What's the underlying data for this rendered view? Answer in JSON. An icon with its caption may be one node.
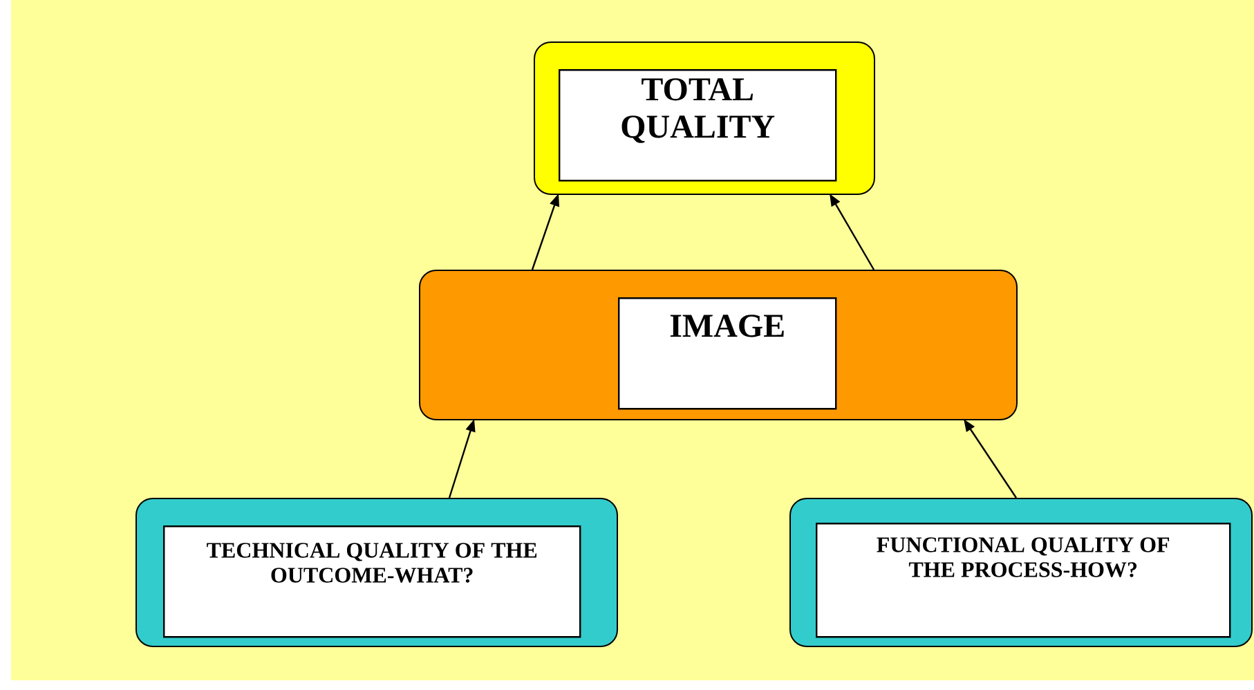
{
  "diagram": {
    "nodes": [
      {
        "text": [],
        "shape": "box"
      },
      {
        "text": [
          "TOTAL QUALITY"
        ],
        "in": 0
      },
      {
        "text": [],
        "shape": "box"
      },
      {
        "text": [
          "IMAGE"
        ],
        "in": 2
      },
      {
        "text": [],
        "shape": "box"
      },
      {
        "text": [
          "TECHNICAL QUALITY OF THE OUTCOME-WHAT?"
        ],
        "in": 4
      },
      {
        "text": [],
        "shape": "box"
      },
      {
        "text": [
          "FUNCTIONAL QUALITY OF THE PROCESS-HOW?"
        ],
        "in": 6
      }
    ],
    "edges": [
      {
        "from": 2,
        "to": 0,
        "arrow": "to"
      },
      {
        "from": 2,
        "to": 0,
        "arrow": "to"
      },
      {
        "from": 4,
        "to": 2,
        "arrow": "to"
      },
      {
        "from": 6,
        "to": 2,
        "arrow": "to"
      }
    ]
  }
}
